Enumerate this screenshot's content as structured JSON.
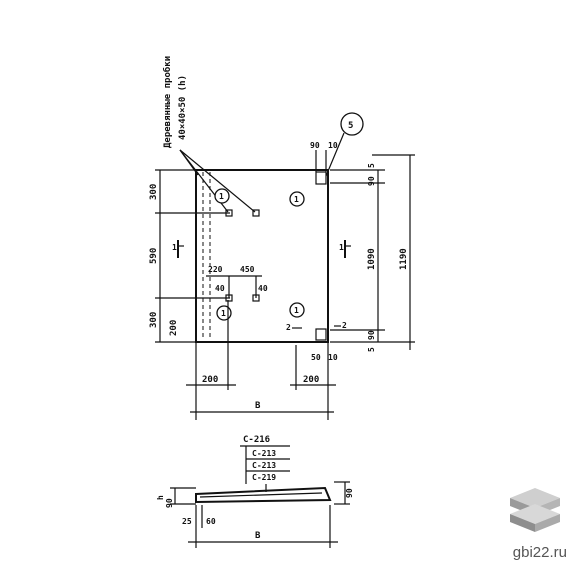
{
  "callout": {
    "line1": "Деревянные пробки",
    "line2": "40×40×50 (h)"
  },
  "markers": {
    "position_number": "1",
    "detail_number": "5",
    "section_mark": "1",
    "section_mark_2": "2"
  },
  "dimensions": {
    "left_300": "300",
    "left_590": "590",
    "left_300b": "300",
    "left_200": "200",
    "top_90": "90",
    "top_10": "10",
    "mid_220": "220",
    "mid_450": "450",
    "mid_40a": "40",
    "mid_40b": "40",
    "right_5a": "5",
    "right_90": "90",
    "right_1090": "1090",
    "right_1190": "1190",
    "right_5b": "5",
    "right_90b": "90",
    "bottom_50": "50",
    "bottom_10": "10",
    "bottom_200a": "200",
    "bottom_200b": "200",
    "width_b": "B",
    "section_90": "90",
    "section_h": "h",
    "section_25": "25",
    "section_60": "60",
    "section_b": "B"
  },
  "table": {
    "header": "С-216",
    "rows": [
      "С-213",
      "С-213",
      "С-219"
    ]
  },
  "watermark": {
    "text": "gbi22.ru"
  }
}
